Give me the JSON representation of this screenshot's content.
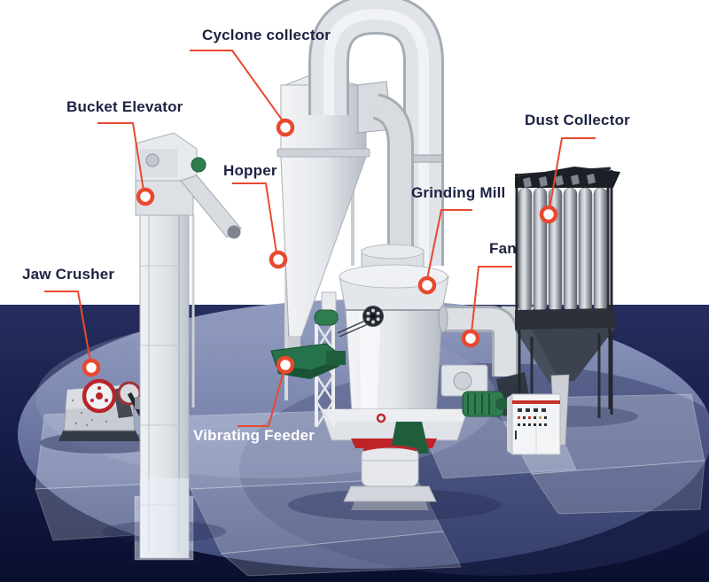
{
  "labels": [
    {
      "id": "cyclone-collector",
      "text": "Cyclone collector"
    },
    {
      "id": "bucket-elevator",
      "text": "Bucket Elevator"
    },
    {
      "id": "hopper",
      "text": "Hopper"
    },
    {
      "id": "jaw-crusher",
      "text": "Jaw Crusher"
    },
    {
      "id": "vibrating-feeder",
      "text": "Vibrating Feeder"
    },
    {
      "id": "grinding-mill",
      "text": "Grinding Mill"
    },
    {
      "id": "fan",
      "text": "Fan"
    },
    {
      "id": "dust-collector",
      "text": "Dust Collector"
    }
  ],
  "colors": {
    "accent_red": "#e8492e",
    "label_navy": "#1c2242",
    "label_white": "#ffffff",
    "background_white": "#ffffff",
    "background_navy": "#141a3d",
    "floor_blue": "#6e79a4",
    "machine_gray": "#d9dce1",
    "machine_green": "#2e7d4f",
    "collector_dark": "#2b3039"
  }
}
